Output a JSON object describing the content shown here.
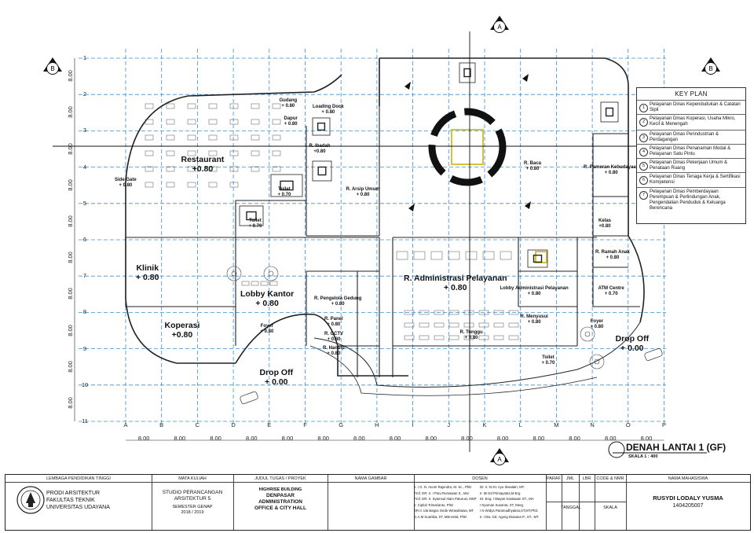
{
  "sheet": {
    "title": "DENAH LANTAI 1 (GF)",
    "scale": "SKALA 1 : 400",
    "section_marks": [
      "A",
      "A",
      "B",
      "B"
    ]
  },
  "grid": {
    "columns": [
      "A",
      "B",
      "C",
      "D",
      "E",
      "F",
      "G",
      "H",
      "I",
      "J",
      "K",
      "L",
      "M",
      "N",
      "O",
      "P"
    ],
    "rows": [
      "1",
      "2",
      "3",
      "4",
      "5",
      "6",
      "7",
      "8",
      "9",
      "10",
      "11"
    ],
    "spacing_label": "8.00"
  },
  "rooms": [
    {
      "name": "Gudang",
      "level": "+ 0.80"
    },
    {
      "name": "Loading Dock",
      "level": "+ 0.80"
    },
    {
      "name": "Dapur",
      "level": "+ 0.80"
    },
    {
      "name": "Restaurant",
      "level": "+0.80"
    },
    {
      "name": "R. Ibadah",
      "level": "+0.80"
    },
    {
      "name": "Side Gate",
      "level": "+ 0.80"
    },
    {
      "name": "Toilet",
      "level": "+ 0.70"
    },
    {
      "name": "Toilet",
      "level": "+ 0.70"
    },
    {
      "name": "R. Arsip Umum",
      "level": "+ 0.80"
    },
    {
      "name": "R. Baca",
      "level": "+ 0.80"
    },
    {
      "name": "R. Pameran Kebudayaan",
      "level": "+ 0.80"
    },
    {
      "name": "Kelas",
      "level": "+0.80"
    },
    {
      "name": "R. Ramah Anak",
      "level": "+ 0.80"
    },
    {
      "name": "Klinik",
      "level": "+ 0.80"
    },
    {
      "name": "Lobby Kantor",
      "level": "+ 0.80"
    },
    {
      "name": "R. Administrasi Pelayanan",
      "level": "+ 0.80"
    },
    {
      "name": "Lobby Administrasi Pelayanan",
      "level": "+ 0.80"
    },
    {
      "name": "ATM Centre",
      "level": "+ 0.70"
    },
    {
      "name": "R. Pengelola Gedung",
      "level": "+ 0.80"
    },
    {
      "name": "R. Panel",
      "level": "+ 0.80"
    },
    {
      "name": "Koperasi",
      "level": "+0.80"
    },
    {
      "name": "Foyer",
      "level": "+ 0.80"
    },
    {
      "name": "R. CCTV",
      "level": "+ 0.80"
    },
    {
      "name": "R. Hansip",
      "level": "+ 0.80"
    },
    {
      "name": "R. Tunggu",
      "level": "+ 0.80"
    },
    {
      "name": "R. Menyusui",
      "level": "+ 0.80"
    },
    {
      "name": "Foyer",
      "level": "+ 0.80"
    },
    {
      "name": "Drop Off",
      "level": "+ 0.00"
    },
    {
      "name": "Toilet",
      "level": "+ 0.70"
    },
    {
      "name": "Drop Off",
      "level": "+ 0.00"
    }
  ],
  "key_plan": {
    "title": "KEY PLAN",
    "items": [
      {
        "num": "1",
        "label": "Pelayanan Dinas Kependudukan & Catatan Sipil"
      },
      {
        "num": "2",
        "label": "Pelayanan Dinas Koperasi, Usaha Mikro, Kecil & Menengah"
      },
      {
        "num": "3",
        "label": "Pelayanan Dinas Perindustrian & Perdagangan"
      },
      {
        "num": "4",
        "label": "Pelayanan Dinas Penanaman Modal & Pelayanan Satu Pintu"
      },
      {
        "num": "5",
        "label": "Pelayanan Dinas Pekerjaan Umum & Penataan Ruang"
      },
      {
        "num": "6",
        "label": "Pelayanan Dinas Tenaga Kerja & Sertifikasi Kompetensi"
      },
      {
        "num": "7",
        "label": "Pelayanan Dinas Pemberdayaan Perempuan & Perlindungan Anak, Pengendalian Penduduk & Keluarga Berencana"
      }
    ]
  },
  "title_block": {
    "headers": {
      "institution": "LEMBAGA PENDIDIKAN TINGGI",
      "course": "MATA KULIAH",
      "project": "JUDUL TUGAS / PROYEK",
      "drawing": "NAMA GAMBAR",
      "lecturer": "DOSEN",
      "paraf": "PARAF",
      "jml": "JML",
      "lbr": "LBR",
      "code": "CODE & NMR",
      "student": "NAMA MAHASISWA"
    },
    "institution_lines": [
      "PRODI ARSITEKTUR",
      "FAKULTAS TEKNIK",
      "UNIVERSITAS UDAYANA"
    ],
    "course_lines": [
      "STUDIO PERANCANGAN",
      "ARSITEKTUR 5",
      "SEMESTER GENAP",
      "2018 / 2019"
    ],
    "project_lines": [
      "HIGHRISE BUILDING",
      "DENPASAR",
      "ADMINISTRATION",
      "OFFICE & CITY HALL"
    ],
    "lecturers_left": [
      "Ir. I G. N. Anom Rajendra, M. Sc., PhD",
      "Prof. DR. Ir. I Putu Rumawan S., Msi",
      "Prof. DR. Ir. Syamsul Alam Paturusi, MSP",
      "Ir. Cipluk Trimarianto, PhD",
      "DR.Ir. Ida Bagus Gede Wirawibawa, MT",
      "G.A.M Suartika, ST, MEnvStd, PhD"
    ],
    "lecturers_right": [
      "Dr. Ir. Ni Kt. Ayu Siwalatri, MT.",
      "Ir. IB Gd Primayatna,M.Erg",
      "Dr. Eng. I Wayan Kastawan ST., MA",
      "I Nyoman Susanta, ST, Merg.",
      "I N Widya Paramadhyaksa,ST,MT,PhD",
      "Ir. I Dw. Gd. Agung Diasana P., ST., MT."
    ],
    "tanggal": "TANGGAL",
    "skala": "SKALA",
    "student_name": "RUSYDI LODALY YUSMA",
    "student_id": "1404205007"
  }
}
